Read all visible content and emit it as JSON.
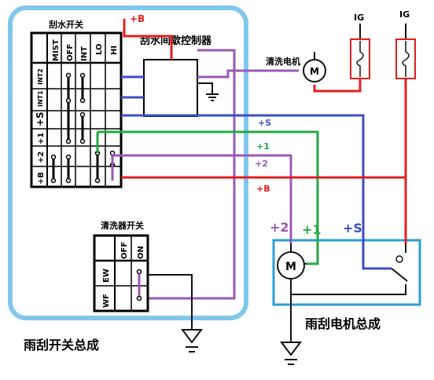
{
  "labels": {
    "wiper_switch": "刮水开关",
    "intermittent_controller": "刮水间歇控制器",
    "washer_motor": "清洗电机",
    "washer_switch": "清洗器开关",
    "wiper_switch_assembly": "雨刮开关总成",
    "wiper_motor_assembly": "雨刮电机总成",
    "ig_left": "IG",
    "ig_right": "IG",
    "plus_b_top": "+B",
    "motor_symbol": "M",
    "washer_motor_symbol": "M"
  },
  "switch_columns": [
    "MIST",
    "OFF",
    "INT",
    "LO",
    "HI"
  ],
  "switch_rows": [
    "INT2",
    "INT1",
    "+S",
    "+1",
    "+2",
    "+B"
  ],
  "washer_columns": [
    "OFF",
    "ON"
  ],
  "washer_rows": [
    "EW",
    "WF"
  ],
  "wire_labels": {
    "s": "+S",
    "one": "+1",
    "two": "+2",
    "b": "+B"
  },
  "terminal_labels": {
    "two": "+2",
    "one": "+1",
    "s": "+S"
  },
  "colors": {
    "red": "#e02020",
    "purple": "#9b59b6",
    "blue": "#3b4fc4",
    "green": "#22aa44",
    "black": "#111111",
    "assembly_border_left": "#7fc8ec",
    "assembly_border_right": "#2b9ed9"
  }
}
